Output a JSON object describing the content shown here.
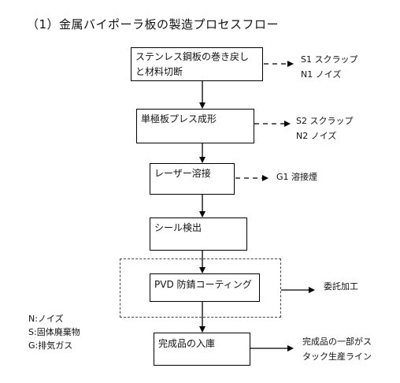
{
  "title": "（1）金属バイポーラ板の製造プロセスフロー",
  "steps": [
    {
      "line1": "ステンレス鋼板の巻き戻し",
      "line2": "と材料切断"
    },
    {
      "line1": "単極板プレス成形"
    },
    {
      "line1": "レーザー溶接"
    },
    {
      "line1": "シール検出"
    },
    {
      "line1": "PVD 防錆コーティング"
    },
    {
      "line1": "完成品の入庫"
    }
  ],
  "outputs": [
    {
      "line1": "S1 スクラップ",
      "line2": "N1 ノイズ"
    },
    {
      "line1": "S2 スクラップ",
      "line2": "N2 ノイズ"
    },
    {
      "line1": "G1 溶接煙"
    },
    {
      "line1": "委託加工"
    },
    {
      "line1": "完成品の一部がス",
      "line2": "タック生産ライン"
    }
  ],
  "legend": [
    "N:ノイズ",
    "S:固体廃棄物",
    "G:排気ガス"
  ]
}
